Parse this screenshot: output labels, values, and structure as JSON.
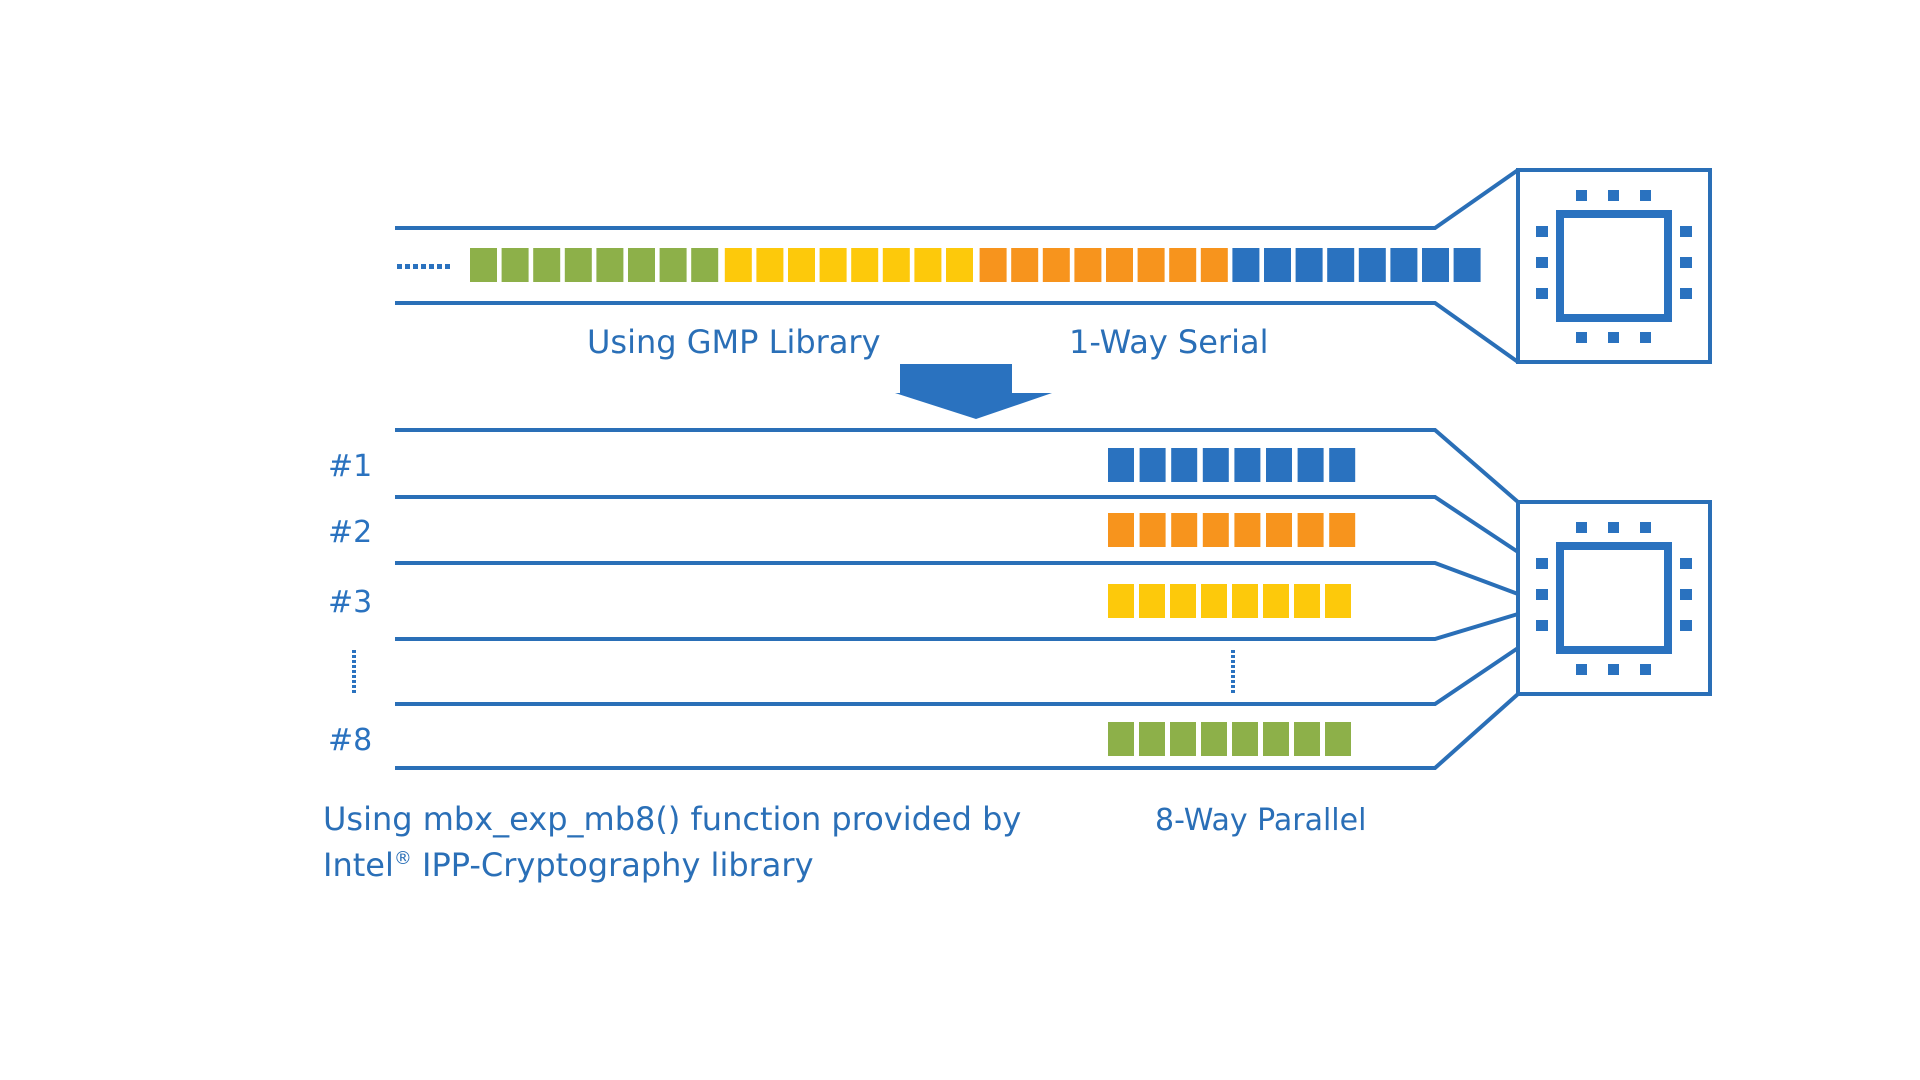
{
  "colors": {
    "line": "#2a6fb7",
    "text": "#2a6fb7",
    "green": "#8db049",
    "yellow": "#fdc90b",
    "orange": "#f7941d",
    "blue": "#2a72bf"
  },
  "serial": {
    "left_label": "Using GMP Library",
    "right_label": "1-Way Serial",
    "blocks": [
      {
        "color": "green",
        "count": 8
      },
      {
        "color": "yellow",
        "count": 8
      },
      {
        "color": "orange",
        "count": 8
      },
      {
        "color": "blue",
        "count": 8
      }
    ]
  },
  "parallel": {
    "lanes": [
      {
        "label": "#1",
        "color": "blue",
        "count": 8
      },
      {
        "label": "#2",
        "color": "orange",
        "count": 8
      },
      {
        "label": "#3",
        "color": "yellow",
        "count": 8
      },
      {
        "label": "",
        "color": "",
        "count": 0
      },
      {
        "label": "#8",
        "color": "green",
        "count": 8
      }
    ],
    "caption_line1": "Using mbx_exp_mb8() function provided by",
    "caption_line2_a": "Intel",
    "caption_line2_sup": "®",
    "caption_line2_b": " IPP-Cryptography library",
    "right_label": "8-Way Parallel"
  },
  "icons": [
    "cpu-chip-icon",
    "down-arrow-icon",
    "ellipsis-dots-icon"
  ]
}
